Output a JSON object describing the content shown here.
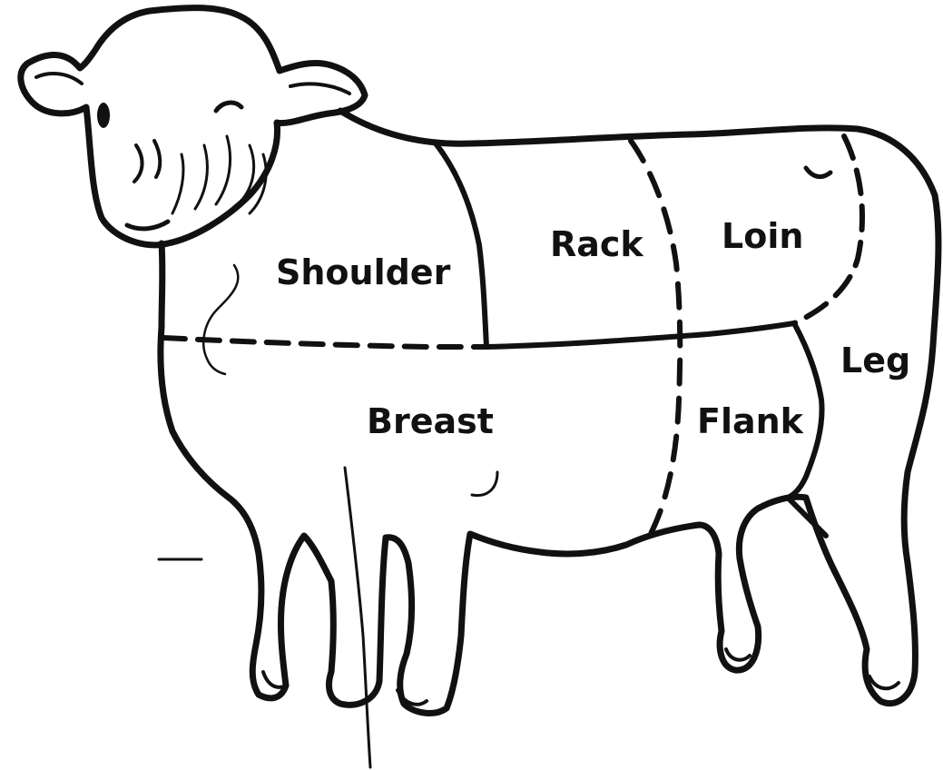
{
  "colors": {
    "ink": "#111111",
    "paper": "#ffffff"
  },
  "cuts": {
    "shoulder": "Shoulder",
    "rack": "Rack",
    "loin": "Loin",
    "leg": "Leg",
    "breast": "Breast",
    "flank": "Flank"
  }
}
